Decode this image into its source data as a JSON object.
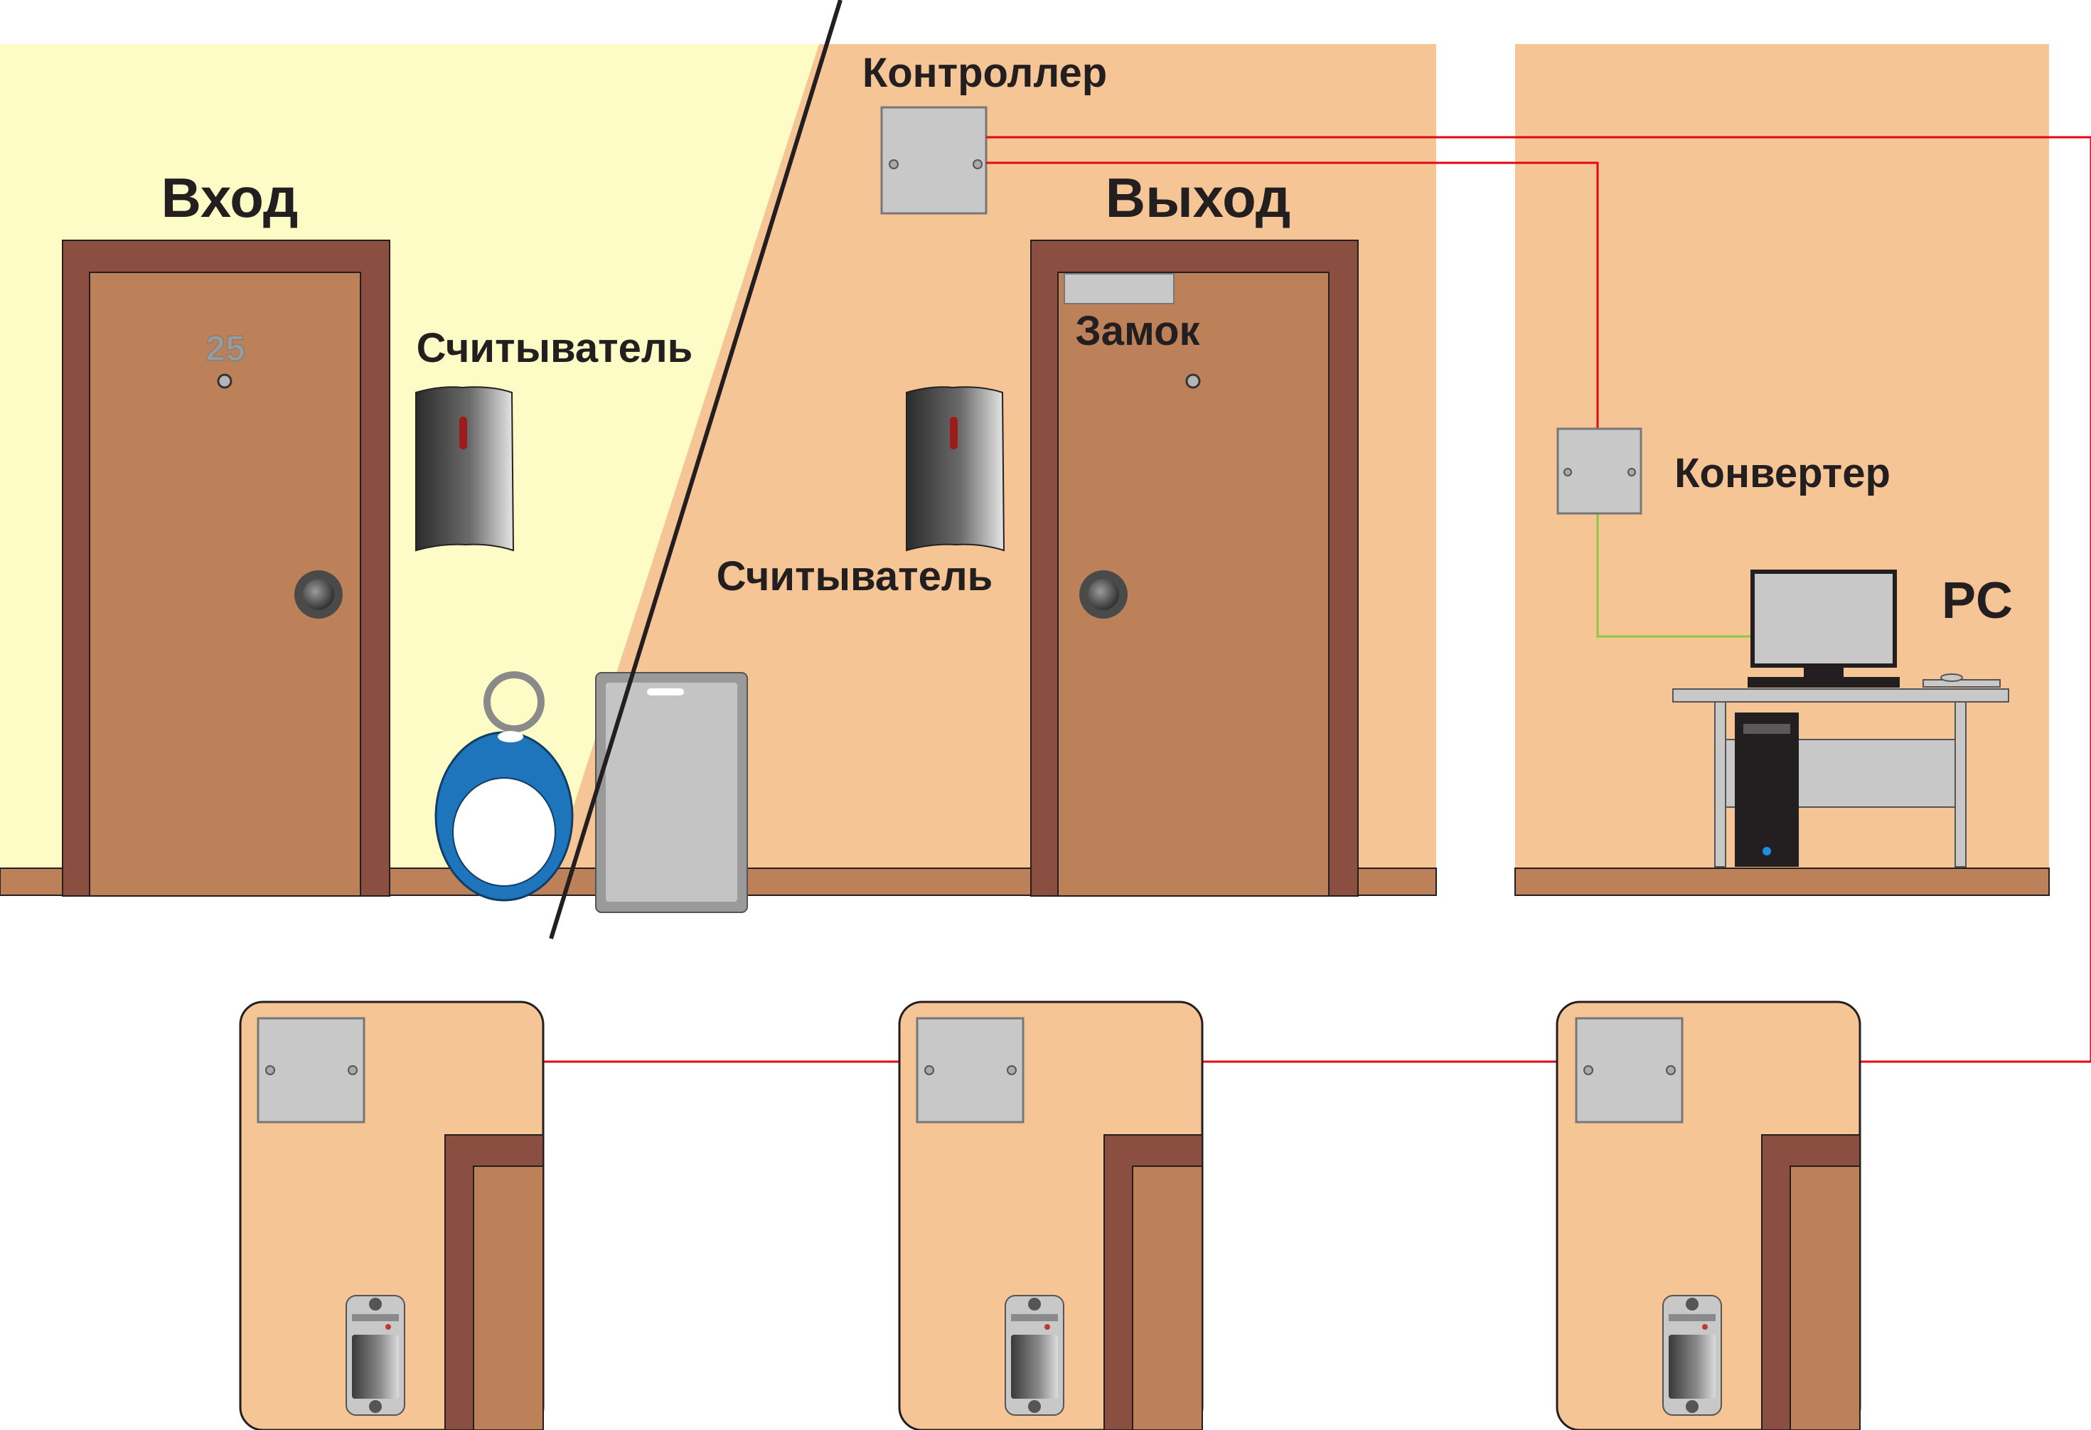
{
  "labels": {
    "entrance": "Вход",
    "exit": "Выход",
    "controller": "Контроллер",
    "reader_left": "Считыватель",
    "reader_right": "Считыватель",
    "lock": "Замок",
    "converter": "Конвертер",
    "pc": "PC",
    "door_number": "25"
  },
  "colors": {
    "corridor_wall": "#fefcc6",
    "room_wall": "#f6c595",
    "door_frame": "#8b4f42",
    "door_leaf": "#bc8159",
    "cable_rs485": "#e30613",
    "cable_usb": "#8dc63f",
    "device_box": "#c8c8c8",
    "key_fob": "#1f75bc"
  },
  "icons": {
    "reader": "proximity-reader-icon",
    "controller": "controller-box-icon",
    "converter": "converter-box-icon",
    "key_fob": "key-fob-icon",
    "card": "proximity-card-icon",
    "computer": "desktop-computer-icon"
  }
}
